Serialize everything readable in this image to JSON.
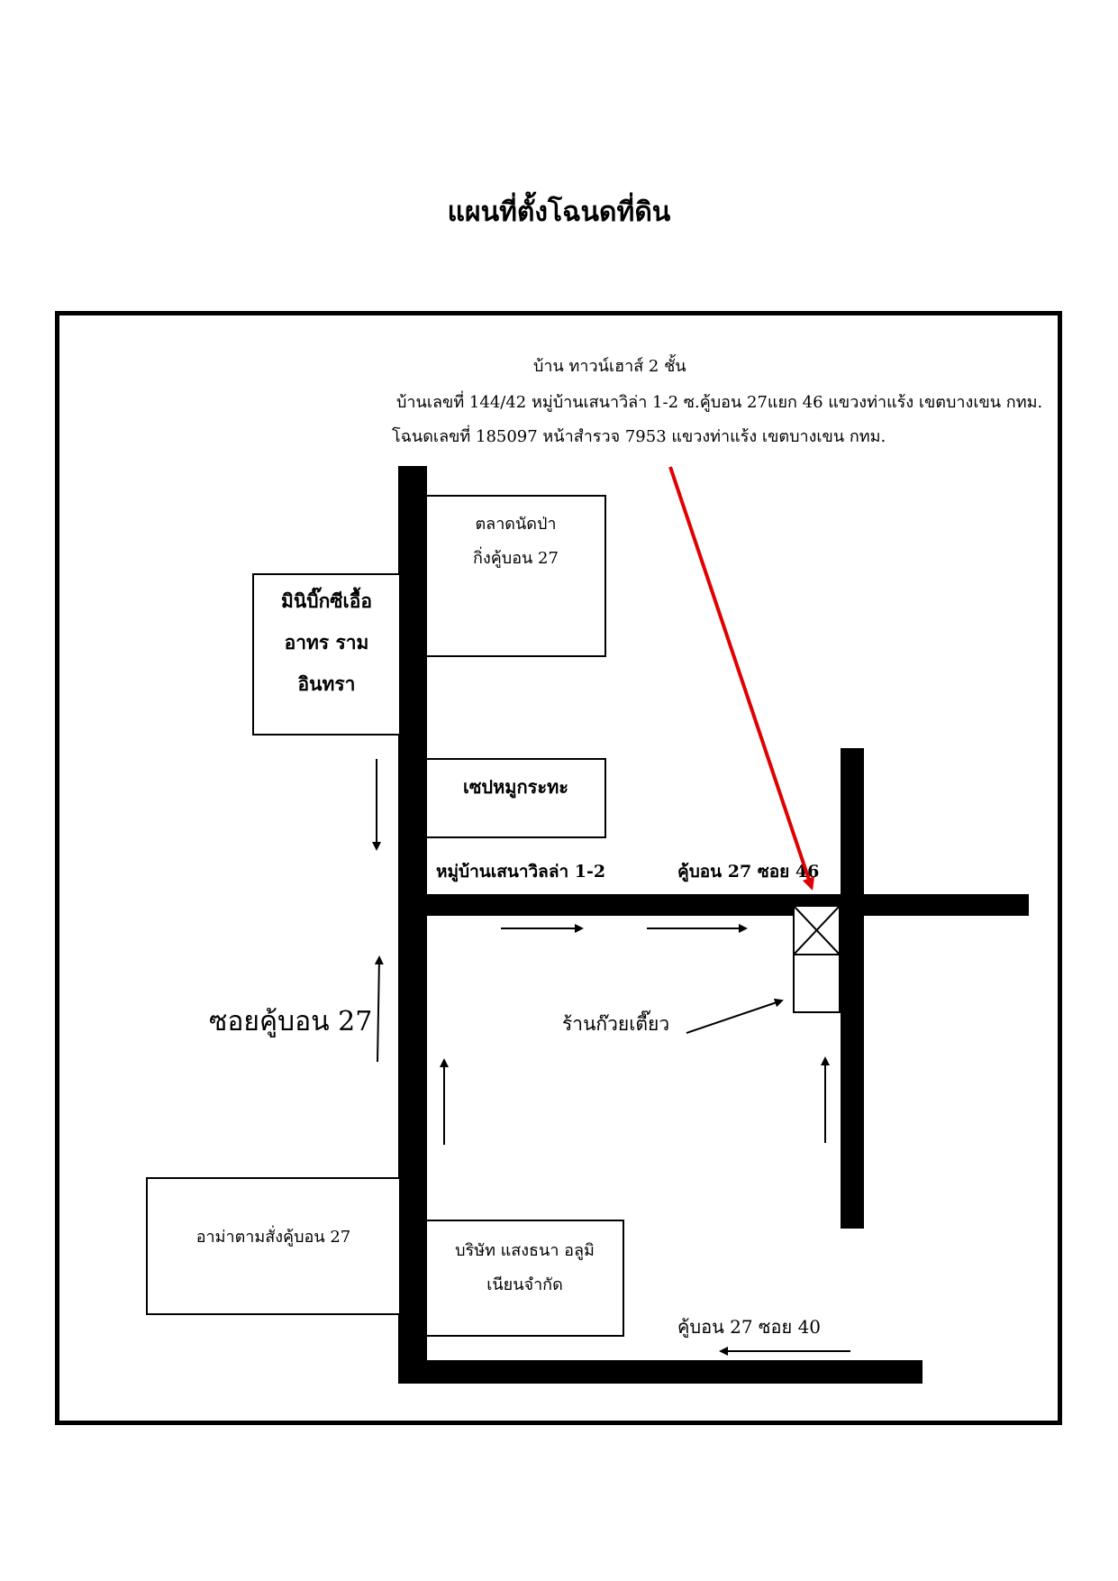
{
  "title": "แผนที่ตั้งโฉนดที่ดิน",
  "header": {
    "line1": "บ้าน ทาวน์เฮาส์ 2 ชั้น",
    "line2": "บ้านเลขที่  144/42  หมู่บ้านเสนาวิล่า 1-2 ซ.คู้บอน 27แยก 46  แขวงท่าแร้ง  เขตบางเขน  กทม.",
    "line3": "โฉนดเลขที่  185097  หน้าสำรวจ 7953  แขวงท่าแร้ง  เขตบางเขน  กทม."
  },
  "places": {
    "market_line1": "ตลาดนัดป่า",
    "market_line2": "กิ่งคู้บอน 27",
    "minibigc_line1": "มินิบิ๊กซีเอื้อ",
    "minibigc_line2": "อาทร ราม",
    "minibigc_line3": "อินทรา",
    "pork": "เซปหมูกระทะ",
    "amata": "อาม่าตามสั่งคู้บอน  27",
    "company_line1": "บริษัท แสงธนา อลูมิ",
    "company_line2": "เนียนจำกัด",
    "noodle_shop": "ร้านก๊วยเตี๊ยว"
  },
  "roads": {
    "main_soi": "ซอยคู้บอน 27",
    "village": "หมู่บ้านเสนาวิลล่า 1-2",
    "soi46": "คู้บอน 27 ซอย 46",
    "soi40": "คู้บอน 27 ซอย 40"
  },
  "colors": {
    "pointer": "#e00000",
    "ink": "#000000"
  }
}
